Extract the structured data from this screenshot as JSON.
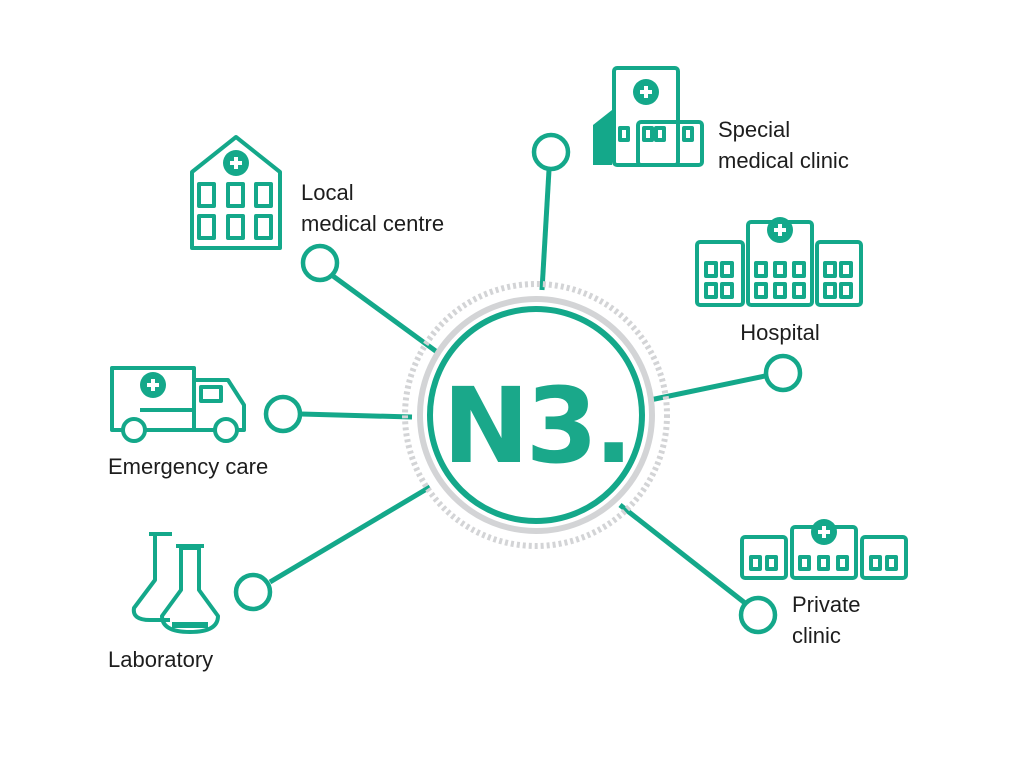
{
  "center": {
    "label": "N3."
  },
  "colors": {
    "accent": "#14a88a",
    "ring": "#d3d4d6",
    "text": "#1d1d1d"
  },
  "nodes": [
    {
      "line1": "Special",
      "line2": "medical clinic",
      "icon": "clinic-building-icon"
    },
    {
      "line1": "Local",
      "line2": "medical centre",
      "icon": "medical-centre-icon"
    },
    {
      "line1": "Hospital",
      "icon": "hospital-icon"
    },
    {
      "line1": "Emergency care",
      "icon": "ambulance-icon"
    },
    {
      "line1": "Laboratory",
      "icon": "flask-icon"
    },
    {
      "line1": "Private",
      "line2": "clinic",
      "icon": "private-clinic-icon"
    }
  ]
}
